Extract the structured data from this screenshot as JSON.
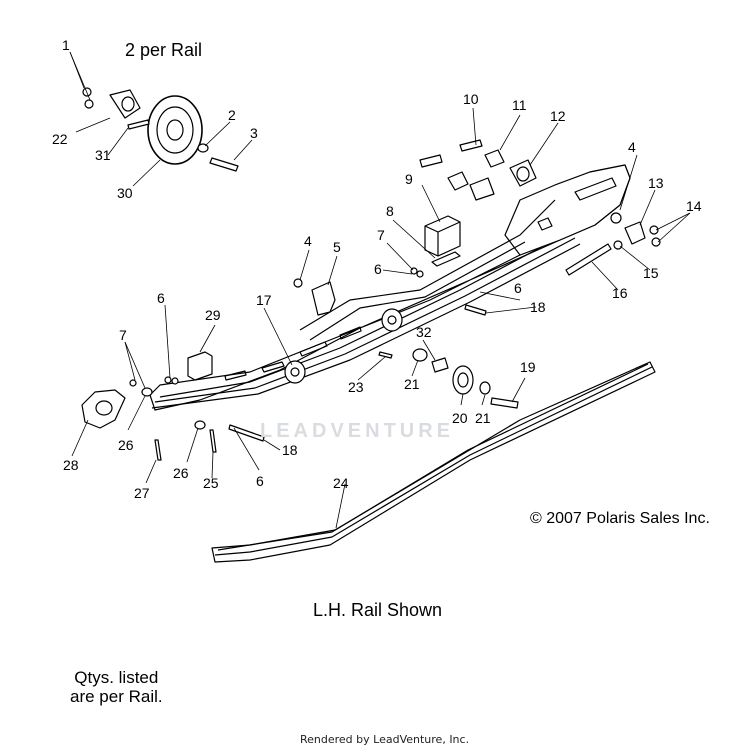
{
  "diagram": {
    "header_note": "2 per Rail",
    "copyright": "© 2007 Polaris Sales Inc.",
    "caption": "L.H. Rail Shown",
    "qty_note": [
      "Qtys. listed",
      "are per Rail."
    ],
    "footer": "Rendered by LeadVenture, Inc.",
    "watermark": "LEADVENTURE"
  },
  "callouts": [
    {
      "num": "1"
    },
    {
      "num": "2"
    },
    {
      "num": "3"
    },
    {
      "num": "4"
    },
    {
      "num": "4"
    },
    {
      "num": "5"
    },
    {
      "num": "6"
    },
    {
      "num": "6"
    },
    {
      "num": "6"
    },
    {
      "num": "6"
    },
    {
      "num": "7"
    },
    {
      "num": "7"
    },
    {
      "num": "8"
    },
    {
      "num": "9"
    },
    {
      "num": "10"
    },
    {
      "num": "11"
    },
    {
      "num": "12"
    },
    {
      "num": "13"
    },
    {
      "num": "14"
    },
    {
      "num": "15"
    },
    {
      "num": "16"
    },
    {
      "num": "17"
    },
    {
      "num": "18"
    },
    {
      "num": "18"
    },
    {
      "num": "19"
    },
    {
      "num": "20"
    },
    {
      "num": "21"
    },
    {
      "num": "21"
    },
    {
      "num": "22"
    },
    {
      "num": "23"
    },
    {
      "num": "24"
    },
    {
      "num": "25"
    },
    {
      "num": "26"
    },
    {
      "num": "26"
    },
    {
      "num": "27"
    },
    {
      "num": "28"
    },
    {
      "num": "29"
    },
    {
      "num": "30"
    },
    {
      "num": "31"
    },
    {
      "num": "32"
    }
  ]
}
